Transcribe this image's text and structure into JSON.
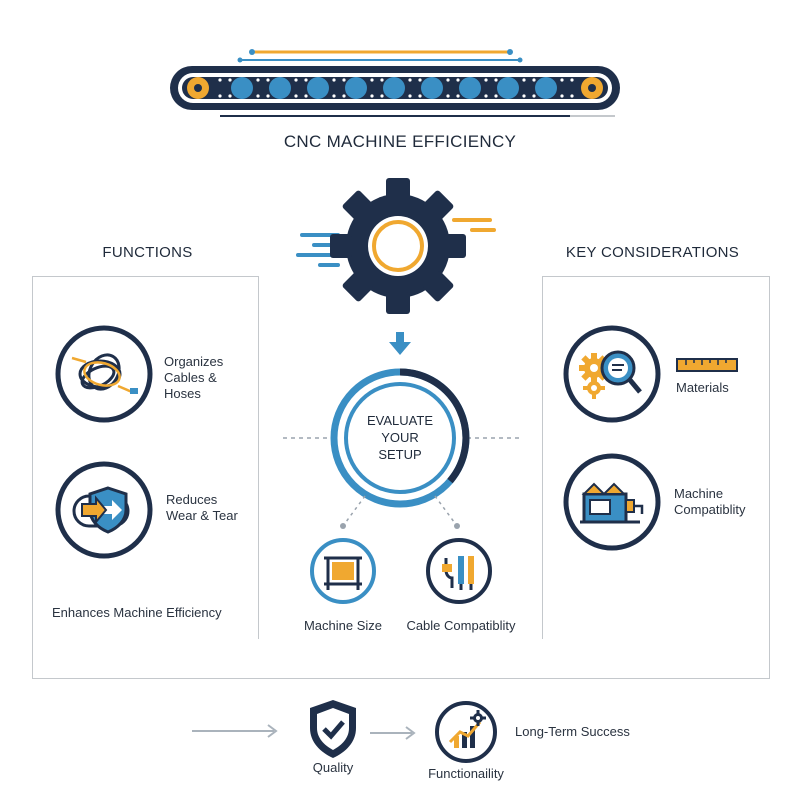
{
  "title": "CNC MACHINE EFFICIENCY",
  "colors": {
    "navy": "#1f2f4a",
    "blue": "#3a8fc4",
    "orange": "#f0a830",
    "gray": "#c4c8cc"
  },
  "functions": {
    "heading": "FUNCTIONS",
    "items": [
      {
        "line1": "Organizes",
        "line2": "Cables &",
        "line3": "Hoses",
        "icon": "tangled-cable-icon"
      },
      {
        "line1": "Reduces",
        "line2": "Wear & Tear",
        "icon": "shield-arrow-icon"
      }
    ],
    "footer": "Enhances Machine Efficiency"
  },
  "center": {
    "eval_line1": "EVALUATE",
    "eval_line2": "YOUR",
    "eval_line3": "SETUP",
    "machine_size": "Machine Size",
    "cable_compat": "Cable Compatiblity"
  },
  "considerations": {
    "heading": "KEY CONSIDERATIONS",
    "materials": "Materials",
    "machine_line1": "Machine",
    "machine_line2": "Compatiblity"
  },
  "bottom": {
    "quality": "Quality",
    "functionality": "Functionaility",
    "success": "Long-Term Success"
  }
}
